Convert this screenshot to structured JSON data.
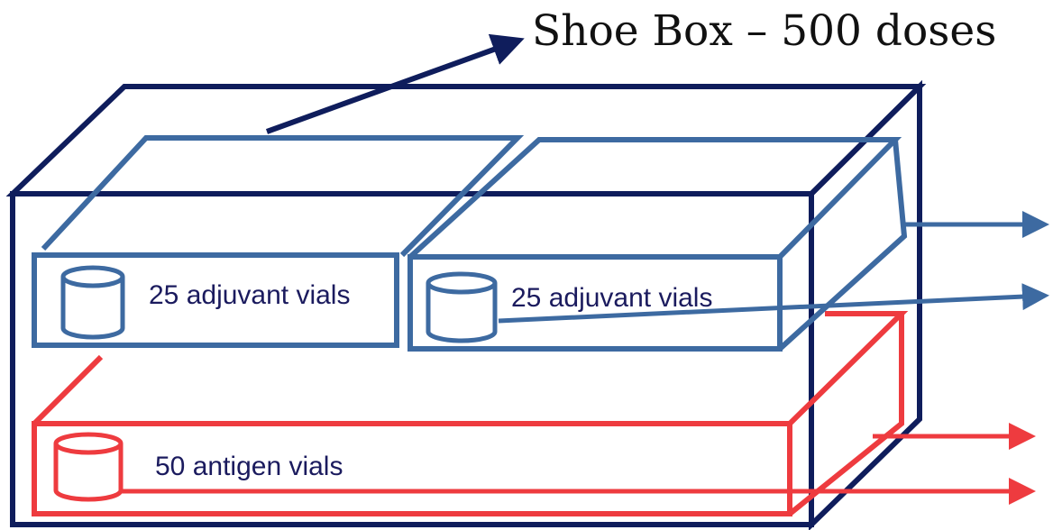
{
  "title": "Shoe Box – 500 doses",
  "compartments": [
    {
      "label": "25 adjuvant vials",
      "kind": "adjuvant"
    },
    {
      "label": "25 adjuvant vials",
      "kind": "adjuvant"
    },
    {
      "label": "50 antigen vials",
      "kind": "antigen"
    }
  ],
  "colors": {
    "outer_box": "#0f1d5c",
    "adjuvant": "#3d6aa1",
    "antigen": "#ee3b3f",
    "text": "#1b1b5e"
  }
}
